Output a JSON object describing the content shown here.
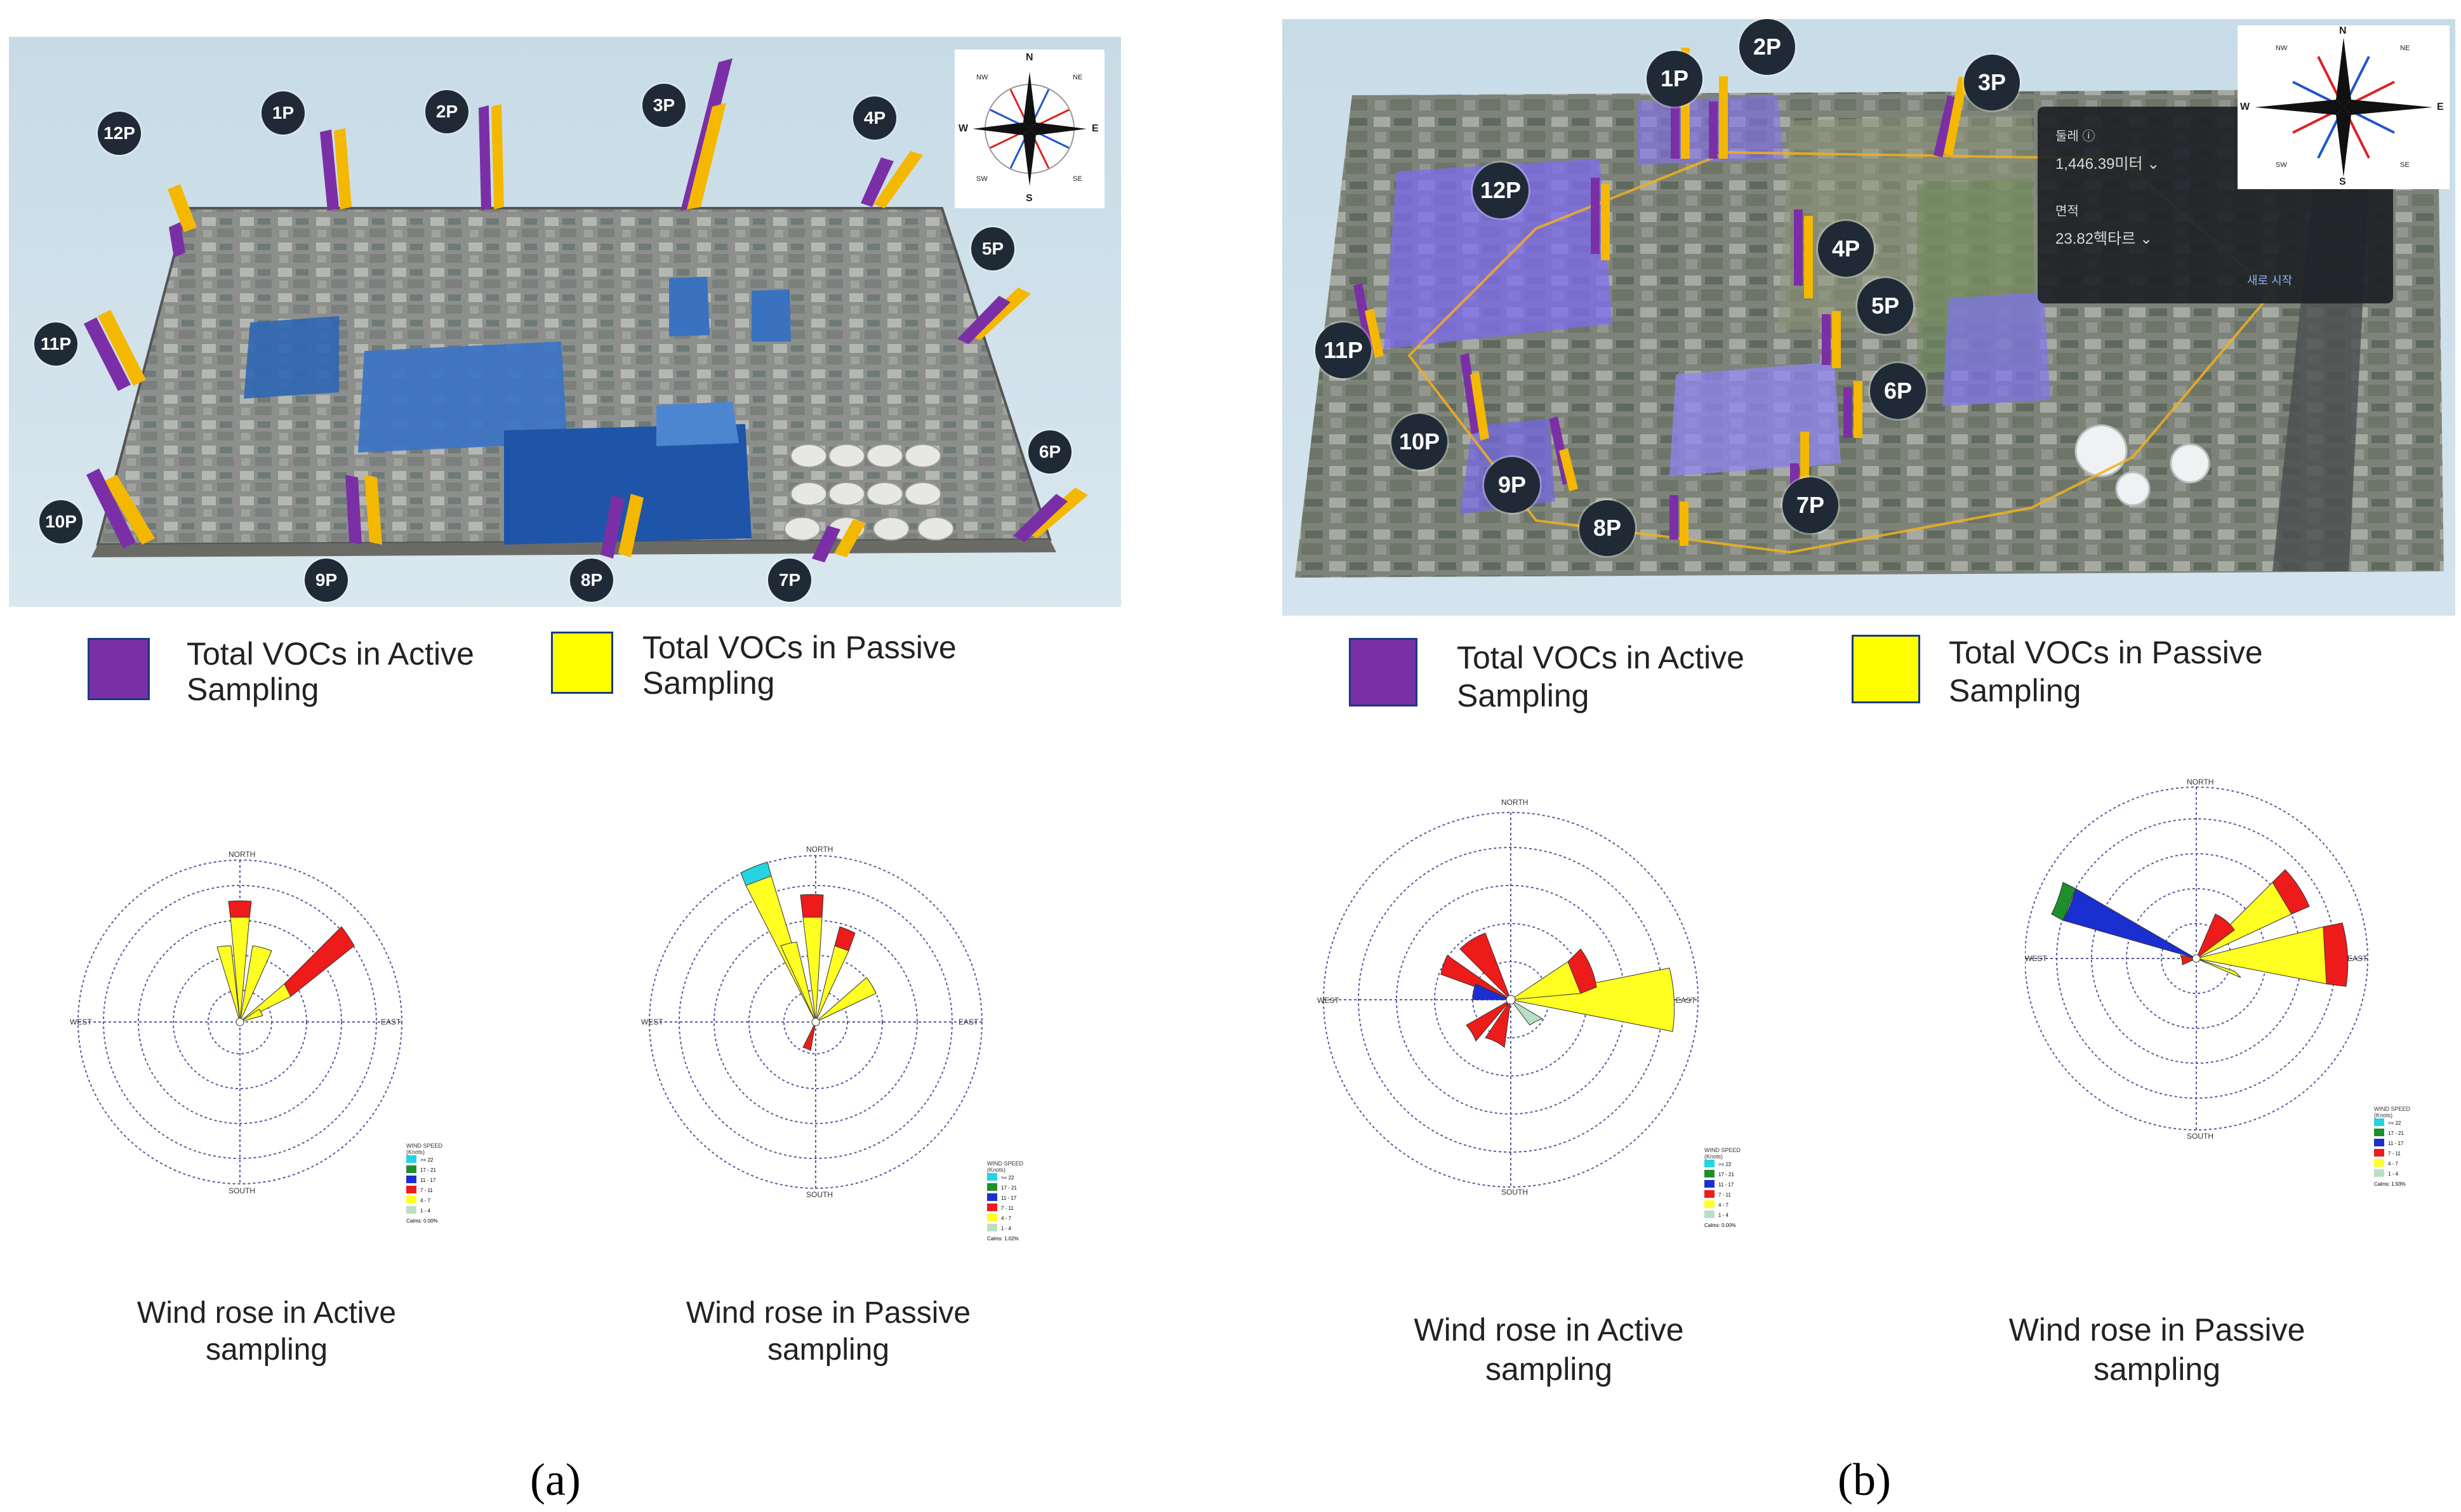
{
  "colors": {
    "active": "#7b2fa6",
    "passive": "#ffff00",
    "rose_grid": "#5a5aa0"
  },
  "panel_a": {
    "markers": [
      "1P",
      "2P",
      "3P",
      "4P",
      "5P",
      "6P",
      "7P",
      "8P",
      "9P",
      "10P",
      "11P",
      "12P"
    ],
    "compass_labels": {
      "n": "N",
      "e": "E",
      "s": "S",
      "w": "W",
      "nw": "NW",
      "ne": "NE",
      "sw": "SW",
      "se": "SE"
    },
    "legend": {
      "active": "Total VOCs in Active\nSampling",
      "passive": "Total VOCs in Passive\nSampling"
    },
    "captions": {
      "active_rose": "Wind rose in Active\nsampling",
      "passive_rose": "Wind rose in Passive\nsampling"
    },
    "label": "(a)"
  },
  "panel_b": {
    "markers": [
      "1P",
      "2P",
      "3P",
      "4P",
      "5P",
      "6P",
      "7P",
      "8P",
      "9P",
      "10P",
      "11P",
      "12P"
    ],
    "compass_labels": {
      "n": "N",
      "e": "E",
      "s": "S",
      "w": "W",
      "nw": "NW",
      "ne": "NE",
      "sw": "SW",
      "se": "SE"
    },
    "popup": {
      "line1": "둘레 ⓘ",
      "line2": "1,446.39미터 ⌄",
      "line3": "면적",
      "line4": "23.82헥타르 ⌄",
      "line5": "새로 시작"
    },
    "legend": {
      "active": "Total VOCs in Active\nSampling",
      "passive": "Total VOCs in Passive\nSampling"
    },
    "captions": {
      "active_rose": "Wind rose in Active\nsampling",
      "passive_rose": "Wind rose in Passive\nsampling"
    },
    "label": "(b)"
  },
  "wind_rose": {
    "directions": {
      "north": "NORTH",
      "south": "SOUTH",
      "east": "EAST",
      "west": "WEST"
    },
    "legend_title": "WIND SPEED\n(Knots)",
    "speed_classes": [
      ">= 22",
      "17 - 21",
      "11 - 17",
      "7 - 11",
      "4 - 7",
      "1 - 4"
    ],
    "speed_colors": [
      "#27d3e3",
      "#1e8f2a",
      "#1a2fd0",
      "#ee1b1b",
      "#ffff22",
      "#b9e0c4"
    ],
    "calms_a1": "Calms: 0.00%",
    "calms_a2": "Calms: 1.02%",
    "calms_b1": "Calms: 0.00%",
    "calms_b2": "Calms: 1.93%"
  }
}
